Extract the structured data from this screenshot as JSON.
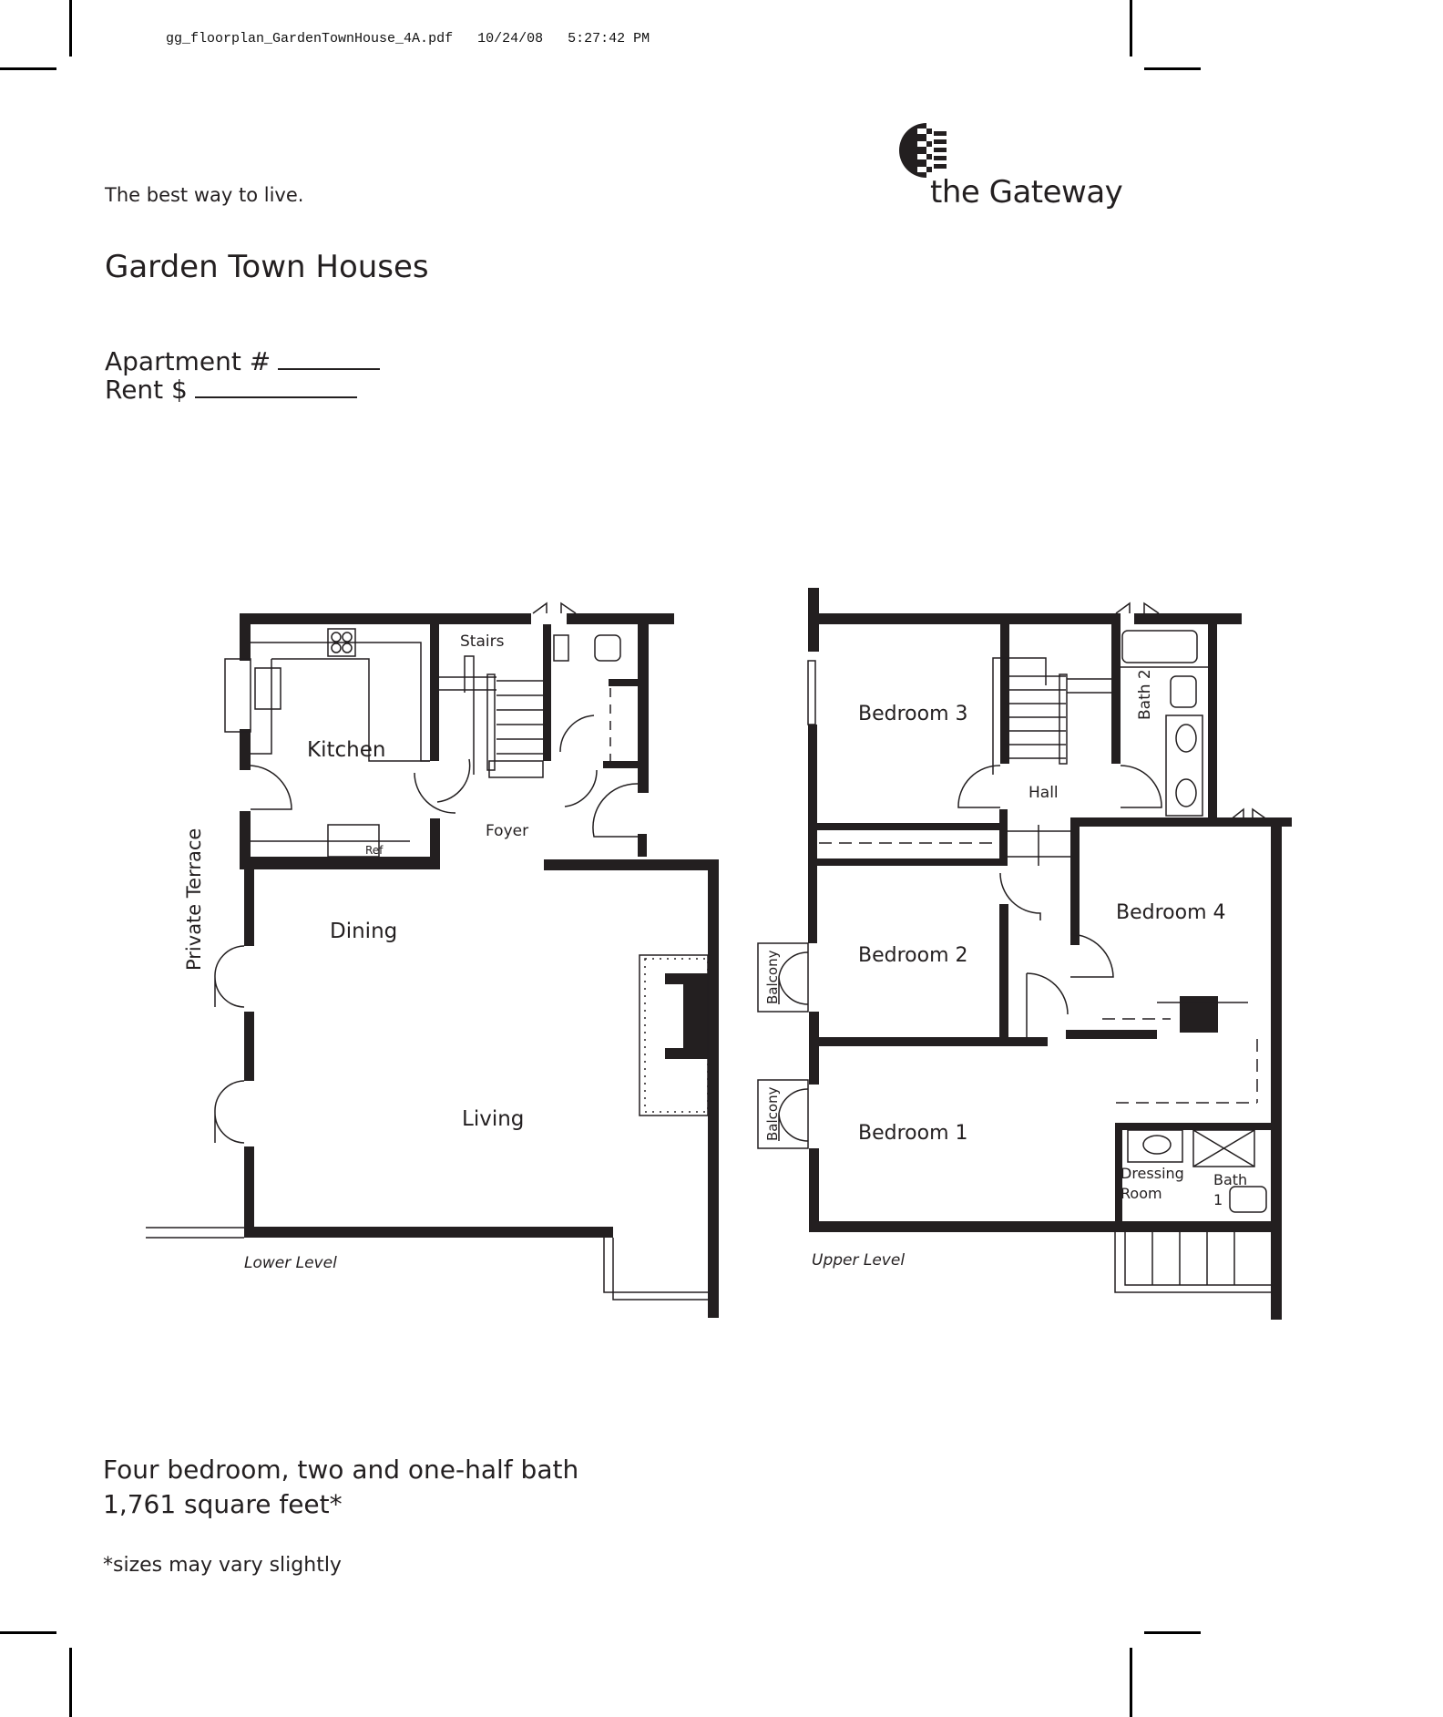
{
  "print_header": {
    "filename": "gg_floorplan_GardenTownHouse_4A.pdf",
    "date": "10/24/08",
    "time": "5:27:42 PM"
  },
  "brand": {
    "name": "the Gateway",
    "logo_icon": "half-circle-stripes-logo-icon",
    "color": "#231f20"
  },
  "tagline": "The best way to live.",
  "title": "Garden Town Houses",
  "form": {
    "apartment_label": "Apartment #",
    "apartment_value": "",
    "rent_label": "Rent $",
    "rent_value": ""
  },
  "floorplan": {
    "lower_level": {
      "label": "Lower Level",
      "rooms": {
        "kitchen": "Kitchen",
        "stairs": "Stairs",
        "foyer": "Foyer",
        "ref": "Ref",
        "dining": "Dining",
        "living": "Living",
        "terrace": "Private Terrace"
      }
    },
    "upper_level": {
      "label": "Upper Level",
      "rooms": {
        "bedroom1": "Bedroom 1",
        "bedroom2": "Bedroom 2",
        "bedroom3": "Bedroom 3",
        "bedroom4": "Bedroom 4",
        "hall": "Hall",
        "bath2": "Bath 2",
        "bath1_a": "Bath",
        "bath1_b": "1",
        "dressing_a": "Dressing",
        "dressing_b": "Room",
        "balcony1": "Balcony",
        "balcony2": "Balcony"
      }
    }
  },
  "summary": {
    "line1": "Four bedroom, two and one-half bath",
    "line2": "1,761 square feet*",
    "note": "*sizes may vary slightly"
  }
}
